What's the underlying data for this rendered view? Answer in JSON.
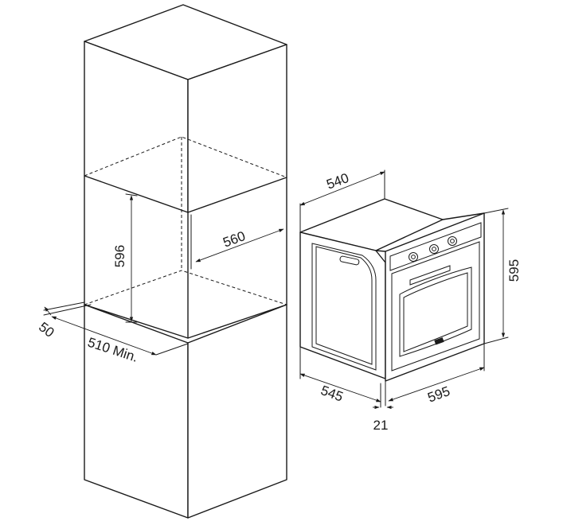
{
  "dimensions": {
    "cabinet_recess_height": "596",
    "cabinet_recess_width": "560",
    "cabinet_gap": "50",
    "cabinet_min_depth": "510 Min.",
    "oven_body_depth": "540",
    "oven_height": "595",
    "oven_side_depth": "545",
    "oven_width": "595",
    "oven_front_thickness": "21"
  },
  "colors": {
    "line": "#1a1a1a",
    "background": "#ffffff"
  }
}
